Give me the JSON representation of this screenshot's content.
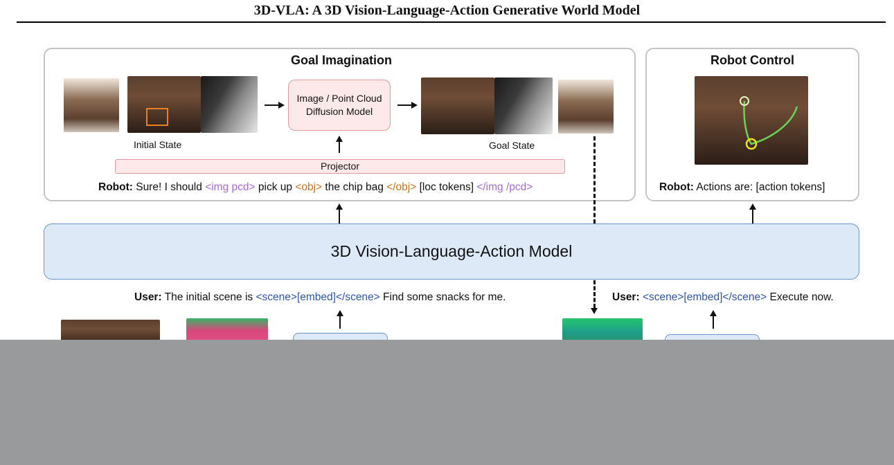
{
  "header": {
    "title": "3D-VLA: A 3D Vision-Language-Action Generative World Model"
  },
  "goal_panel": {
    "title": "Goal Imagination",
    "initial_state_label": "Initial State",
    "goal_state_label": "Goal State",
    "diffusion_label": "Image / Point Cloud\nDiffusion Model",
    "projector_label": "Projector",
    "robot_line": {
      "speaker": "Robot:",
      "t1": " Sure! I should ",
      "img_open": "<img pcd>",
      "t2": " pick up ",
      "obj_open": "<obj>",
      "t3": " the chip bag ",
      "obj_close": "</obj>",
      "t4": " [loc tokens] ",
      "img_close": "</img /pcd>"
    }
  },
  "control_panel": {
    "title": "Robot Control",
    "robot_line": {
      "speaker": "Robot:",
      "text": " Actions are: [action tokens]"
    }
  },
  "model": {
    "label": "3D Vision-Language-Action Model"
  },
  "user_left": {
    "speaker": "User:",
    "t1": " The initial scene is ",
    "scene_tag": "<scene>[embed]</scene>",
    "t2": " Find some snacks for me."
  },
  "user_right": {
    "speaker": "User:",
    "scene_tag": "<scene>[embed]</scene>",
    "t2": " Execute now."
  },
  "colors": {
    "tag_purple": "#a86bd2",
    "tag_orange": "#c9741c",
    "tag_blue": "#2d56a8",
    "model_fill": "#dde9f6",
    "diffusion_fill": "#fde9e9"
  }
}
